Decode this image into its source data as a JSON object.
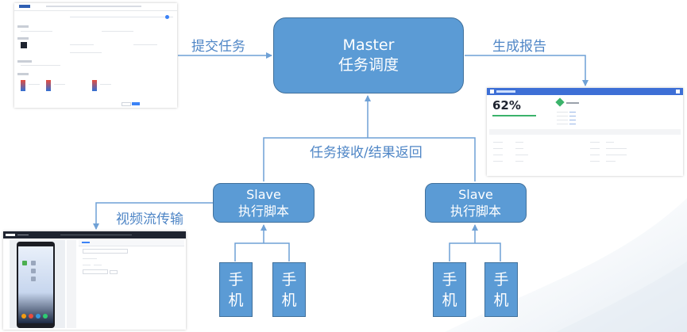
{
  "nodes": {
    "master": {
      "line1": "Master",
      "line2": "任务调度"
    },
    "slave_left": {
      "line1": "Slave",
      "line2": "执行脚本"
    },
    "slave_right": {
      "line1": "Slave",
      "line2": "执行脚本"
    },
    "phone_1": {
      "line1": "手",
      "line2": "机"
    },
    "phone_2": {
      "line1": "手",
      "line2": "机"
    },
    "phone_3": {
      "line1": "手",
      "line2": "机"
    },
    "phone_4": {
      "line1": "手",
      "line2": "机"
    }
  },
  "edge_labels": {
    "submit": "提交任务",
    "report": "生成报告",
    "receive": "任务接收/结果返回",
    "stream": "视频流传输"
  },
  "thumbnails": {
    "report": {
      "percent": "62%"
    }
  },
  "colors": {
    "node_fill": "#5b9bd5",
    "node_border": "#41719c",
    "arrow": "#6fa1d6",
    "label_text": "#4f86c6"
  }
}
